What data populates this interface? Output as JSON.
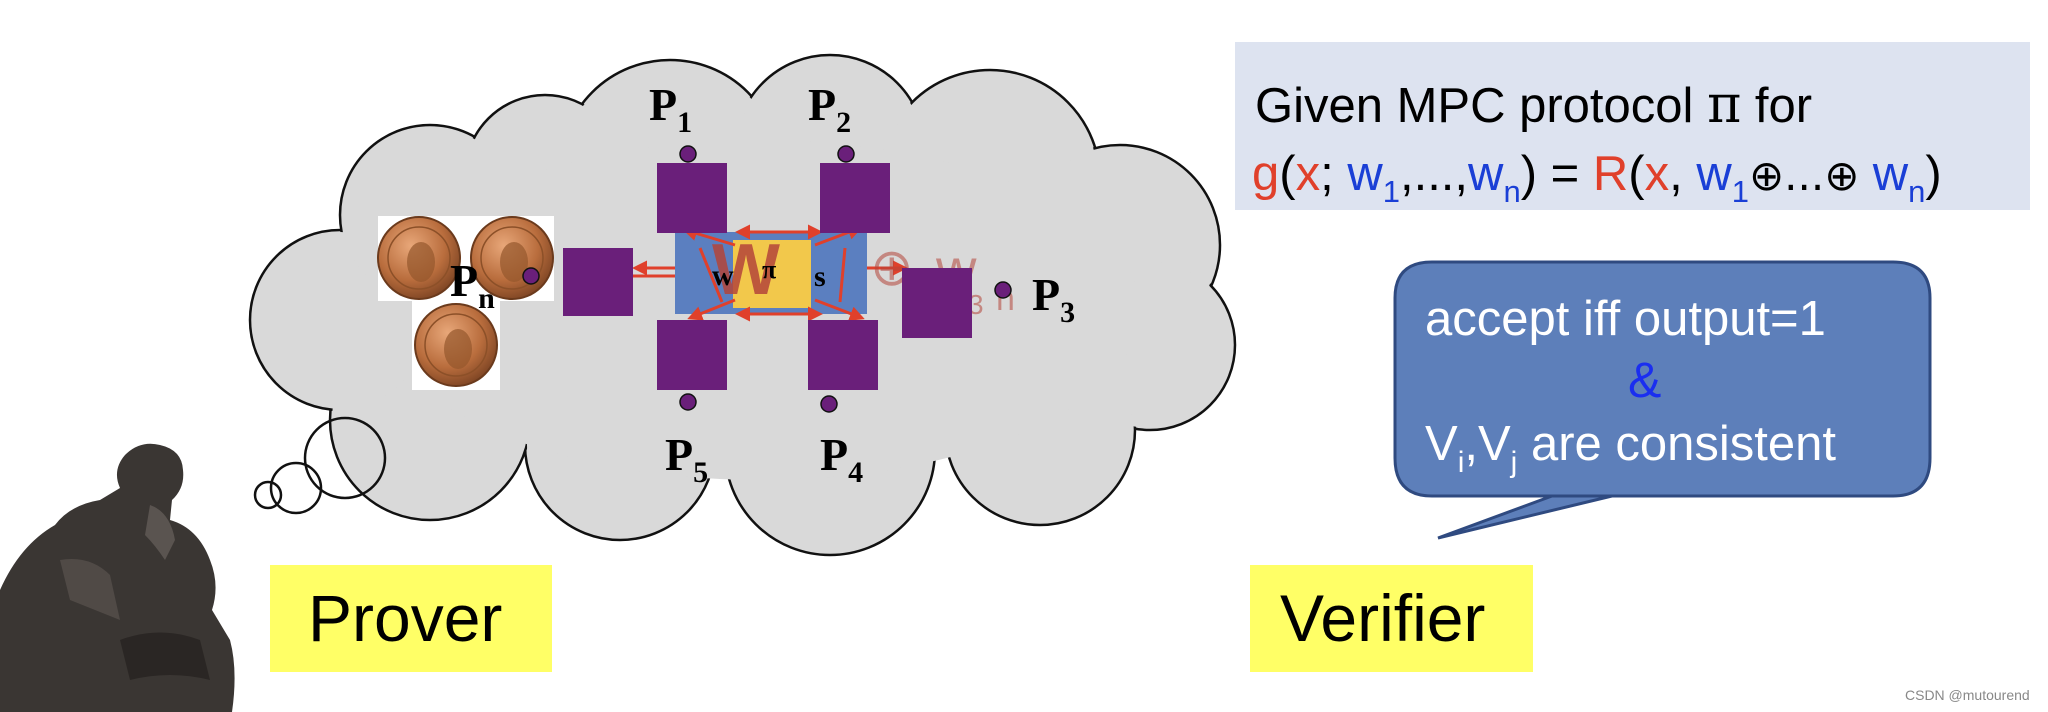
{
  "parties": {
    "p1": {
      "main": "P",
      "sub": "1"
    },
    "p2": {
      "main": "P",
      "sub": "2"
    },
    "p3": {
      "main": "P",
      "sub": "3"
    },
    "p4": {
      "main": "P",
      "sub": "4"
    },
    "p5": {
      "main": "P",
      "sub": "5"
    },
    "pn": {
      "main": "P",
      "sub": "n"
    }
  },
  "center_glyphs": {
    "big_w": "W",
    "small_w": "w",
    "pi": "π",
    "s": "s",
    "oplus": "⊕",
    "w_right": "w",
    "w_right_sub": "3",
    "w_right_sub2": "n"
  },
  "mpc_box": {
    "line1_text": "Given MPC protocol ",
    "line1_pi": "π",
    "line1_end": " for",
    "line2": {
      "g": "g",
      "open": "(",
      "x": "x",
      "semi": "; ",
      "w1": "w",
      "w1_sub": "1",
      "dots": ",...,",
      "wn": "w",
      "wn_sub": "n",
      "close_eq": ") = ",
      "R": "R",
      "open2": "(",
      "x2": "x",
      "comma": ", ",
      "w1b": "w",
      "w1b_sub": "1",
      "oplus_dots": "⊕...⊕ ",
      "wnb": "w",
      "wnb_sub": "n",
      "close2": ")"
    }
  },
  "verifier_bubble": {
    "line1": "accept iff output=1",
    "amp": "&",
    "line3_v1": "V",
    "line3_i": "i",
    "line3_comma": ",V",
    "line3_j": "j",
    "line3_rest": " are consistent"
  },
  "labels": {
    "prover": "Prover",
    "verifier": "Verifier"
  },
  "watermark": "CSDN @mutourend",
  "colors": {
    "cloud_fill": "#d9d9d9",
    "party_box": "#6a1f7a",
    "center_box": "#5b7fc0",
    "center_inner": "#f2c84b",
    "arrow": "#e0402b",
    "mpc_bg": "#dde3f0",
    "bubble_fill": "#5d7fba",
    "label_bg": "#ffff66"
  }
}
